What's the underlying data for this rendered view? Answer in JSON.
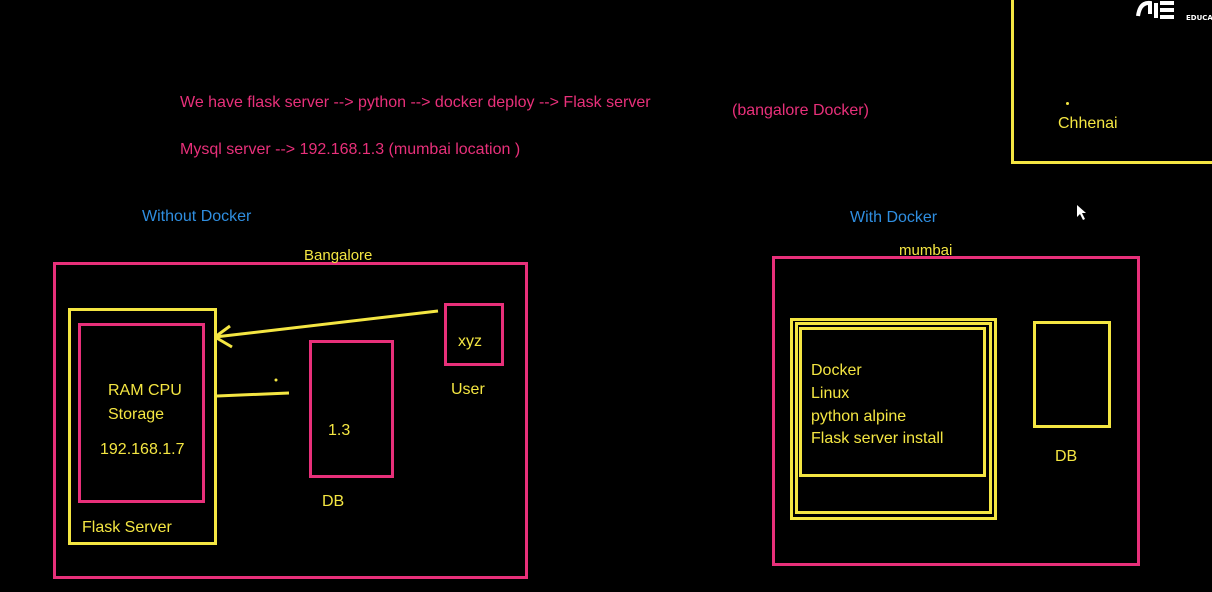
{
  "notes": {
    "line1": "We have flask server --> python --> docker deploy --> Flask server",
    "line1_suffix": "(bangalore Docker)",
    "line2": "Mysql server --> 192.168.1.3 (mumbai location )"
  },
  "colors": {
    "pink": "#e8307a",
    "yellow": "#f4e642",
    "blue": "#2f8ee0",
    "background": "#000000"
  },
  "without_docker": {
    "heading": "Without Docker",
    "location": "Bangalore",
    "flask_server": {
      "label": "Flask Server",
      "resources_line1": "RAM CPU",
      "resources_line2": "Storage",
      "ip": "192.168.1.7"
    },
    "db": {
      "value": "1.3",
      "label": "DB"
    },
    "user": {
      "name": "xyz",
      "label": "User"
    }
  },
  "with_docker": {
    "heading": "With Docker",
    "location": "mumbai",
    "container_lines": [
      "Docker",
      "Linux",
      "python alpine",
      "Flask server install"
    ],
    "db": {
      "label": "DB"
    }
  },
  "chennai": {
    "label": "Chhenai"
  },
  "logo": {
    "text": "EDUCA"
  }
}
